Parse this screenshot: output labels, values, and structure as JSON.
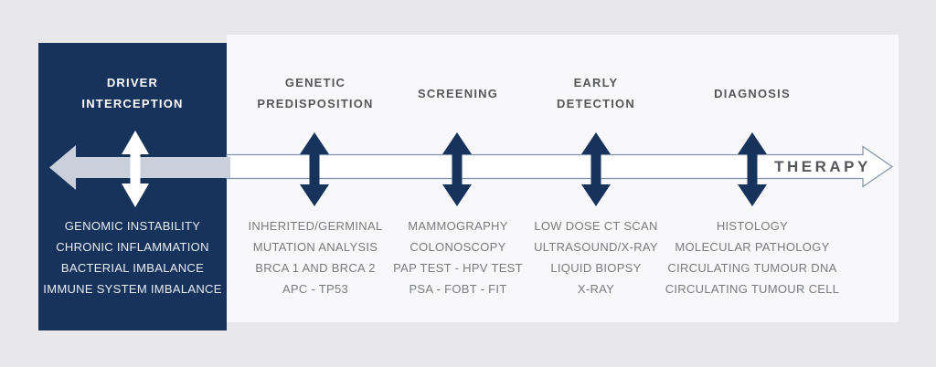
{
  "stages": [
    {
      "id": "driver-interception",
      "highlight": true,
      "title_lines": [
        "DRIVER",
        "INTERCEPTION"
      ],
      "items": [
        "GENOMIC INSTABILITY",
        "CHRONIC INFLAMMATION",
        "BACTERIAL IMBALANCE",
        "IMMUNE SYSTEM IMBALANCE"
      ]
    },
    {
      "id": "genetic-predisposition",
      "highlight": false,
      "title_lines": [
        "GENETIC",
        "PREDISPOSITION"
      ],
      "items": [
        "INHERITED/GERMINAL",
        "MUTATION ANALYSIS",
        "BRCA 1 AND BRCA 2",
        "APC - TP53"
      ]
    },
    {
      "id": "screening",
      "highlight": false,
      "title_lines": [
        "SCREENING"
      ],
      "items": [
        "MAMMOGRAPHY",
        "COLONOSCOPY",
        "PAP TEST - HPV TEST",
        "PSA - FOBT - FIT"
      ]
    },
    {
      "id": "early-detection",
      "highlight": false,
      "title_lines": [
        "EARLY",
        "DETECTION"
      ],
      "items": [
        "LOW DOSE CT SCAN",
        "ULTRASOUND/X-RAY",
        "LIQUID BIOPSY",
        "X-RAY"
      ]
    },
    {
      "id": "diagnosis",
      "highlight": false,
      "title_lines": [
        "DIAGNOSIS"
      ],
      "items": [
        "HISTOLOGY",
        "MOLECULAR PATHOLOGY",
        "CIRCULATING TUMOUR DNA",
        "CIRCULATING TUMOUR CELL"
      ]
    }
  ],
  "timeline": {
    "arrow_label": "THERAPY"
  },
  "colors": {
    "bg-outer": "#e8e8ea",
    "bg-inner": "#f8f8fa",
    "navy": "#17335c",
    "arrow-gray": "#c9d0db",
    "arrow-stroke": "#8094ad",
    "heading": "#565759",
    "body-text": "#7a7b7e",
    "panel-text": "#e8edf4",
    "therapy": "#55565b"
  }
}
